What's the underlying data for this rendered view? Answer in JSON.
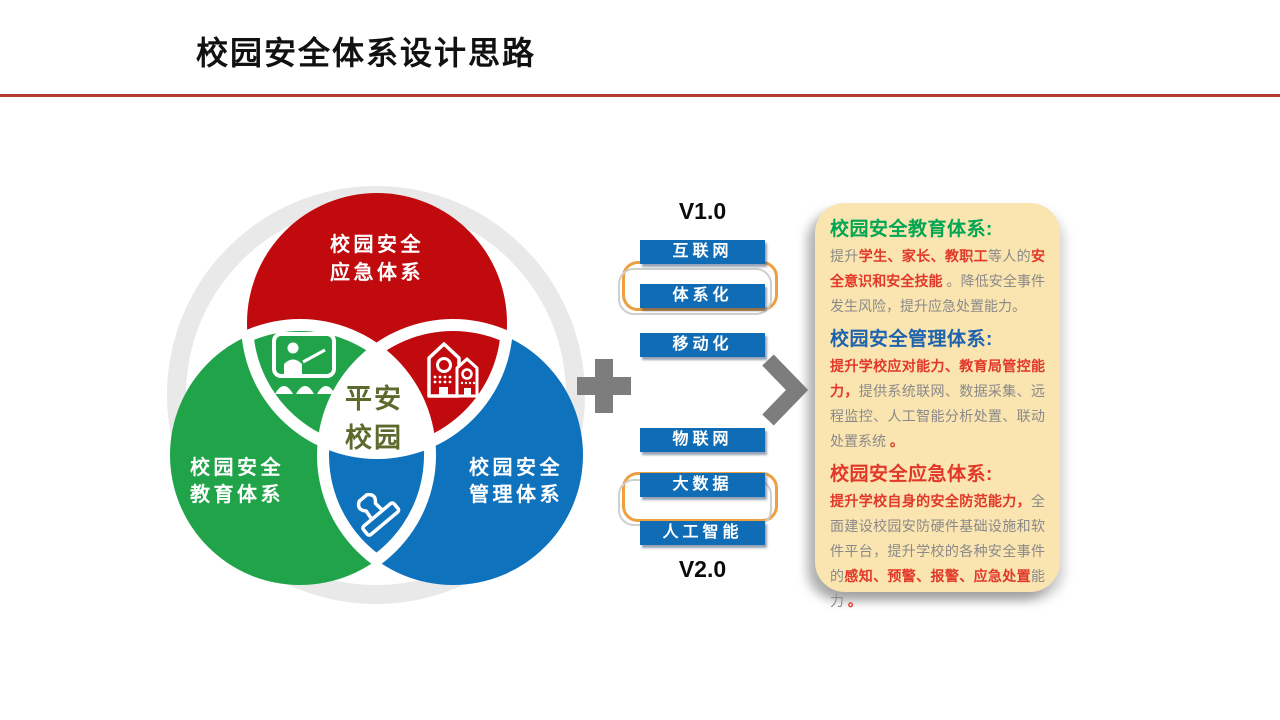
{
  "header": {
    "title": "校园安全体系设计思路"
  },
  "venn": {
    "center": {
      "line1": "平安",
      "line2": "校园"
    },
    "circles": {
      "emergency": {
        "line1": "校园安全",
        "line2": "应急体系",
        "color": "#C00A0E"
      },
      "education": {
        "line1": "校园安全",
        "line2": "教育体系",
        "color": "#21A34A"
      },
      "management": {
        "line1": "校园安全",
        "line2": "管理体系",
        "color": "#0E72BD"
      }
    },
    "icons": [
      "classroom-icon",
      "school-building-icon",
      "stamp-icon"
    ]
  },
  "middle": {
    "v1_label": "V1.0",
    "v2_label": "V2.0",
    "buttons": [
      "互联网",
      "体系化",
      "移动化",
      "物联网",
      "大数据",
      "人工智能"
    ]
  },
  "panel": {
    "sections": [
      {
        "title": "校园安全教育体系:",
        "segments": [
          {
            "text": "提升",
            "style": "gray"
          },
          {
            "text": "学生、家长、教职工",
            "style": "red"
          },
          {
            "text": "等人的",
            "style": "gray"
          },
          {
            "text": "安全意识和安全技能",
            "style": "red"
          },
          {
            "text": " 。降低安全事件发生风险，提升应急处置能力。",
            "style": "gray"
          }
        ]
      },
      {
        "title": "校园安全管理体系:",
        "segments": [
          {
            "text": "提升学校应对能力、教育局管控能力，",
            "style": "red"
          },
          {
            "text": "提供系统联网、数据采集、远程监控、人工智能分析处置、联动处置系统",
            "style": "gray"
          },
          {
            "text": " 。",
            "style": "red"
          }
        ]
      },
      {
        "title": "校园安全应急体系:",
        "segments": [
          {
            "text": "提升学校自身的安全防范能力，",
            "style": "red"
          },
          {
            "text": "全面建设校园安防硬件基础设施和软件平台，提升学校的各种安全事件的",
            "style": "gray"
          },
          {
            "text": "感知、预警、报警、应急处置",
            "style": "red"
          },
          {
            "text": "能力",
            "style": "gray"
          },
          {
            "text": " 。",
            "style": "red"
          }
        ]
      }
    ]
  },
  "colors": {
    "divider_red": "#B23C33",
    "emergency_red": "#C00A0E",
    "education_green": "#21A34A",
    "management_blue": "#0E72BD",
    "center_text_olive": "#5C6A2D",
    "outer_ring_gray": "#E9E9EA",
    "tech_button_blue": "#0F6CB5",
    "upgrade_outline_orange": "#EDA03F",
    "panel_background": "#FAE4B0",
    "section_title_green": "#00A651",
    "section_title_blue": "#1E63AE",
    "highlight_red": "#E2382A",
    "body_text_gray": "#8A8A8A",
    "connector_gray": "#7D7D7D"
  }
}
